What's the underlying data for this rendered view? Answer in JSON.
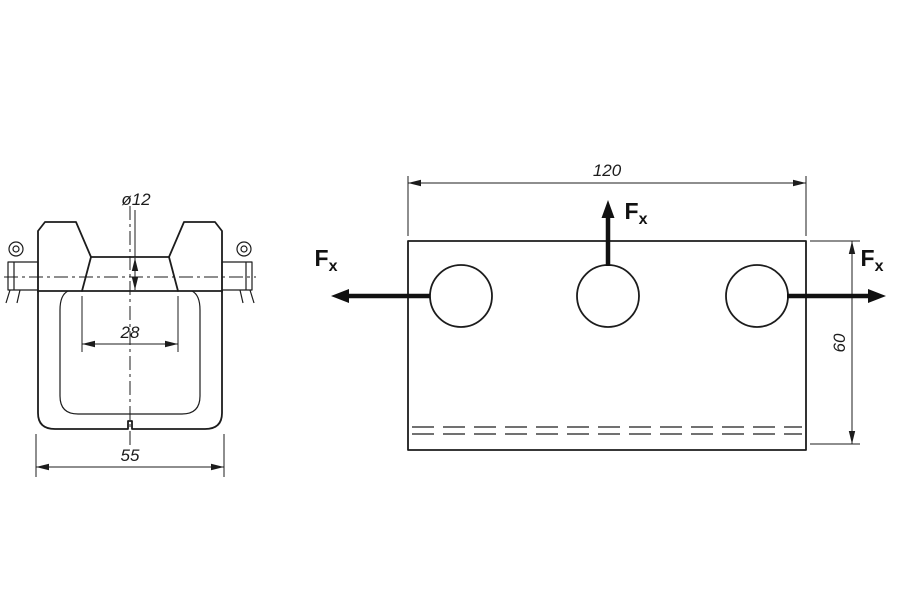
{
  "drawing": {
    "background": "#ffffff",
    "line_color": "#1c1c1c",
    "front_view": {
      "dim_diameter": "ø12",
      "dim_groove_width": "28",
      "dim_base_width": "55"
    },
    "plan_view": {
      "dim_length": "120",
      "dim_height": "60"
    },
    "force": {
      "symbol": "F",
      "subscript": "x"
    }
  }
}
